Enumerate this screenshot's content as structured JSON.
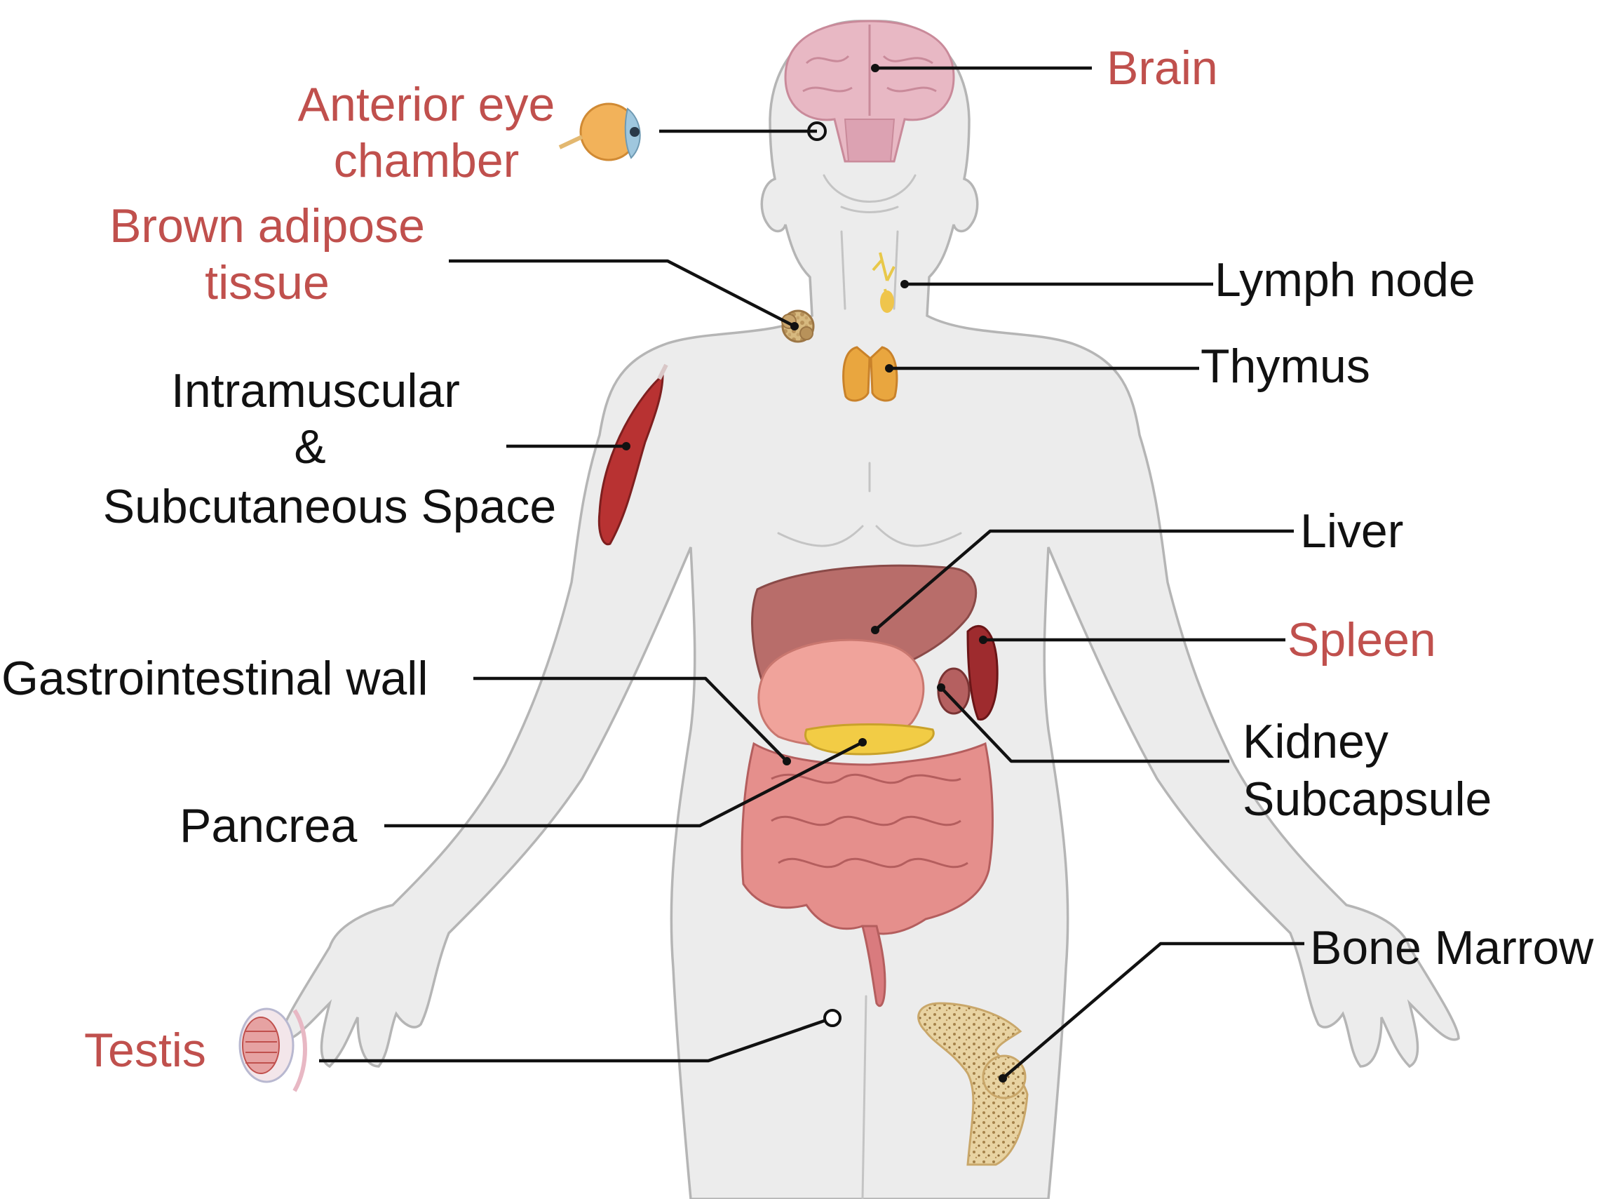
{
  "labels": {
    "brain": "Brain",
    "anterior_eye_1": "Anterior eye",
    "anterior_eye_2": "chamber",
    "brown_adipose_1": "Brown adipose",
    "brown_adipose_2": "tissue",
    "lymph_node": "Lymph node",
    "thymus": "Thymus",
    "intramuscular_1": "Intramuscular",
    "intramuscular_2": "&",
    "intramuscular_3": "Subcutaneous Space",
    "liver": "Liver",
    "spleen": "Spleen",
    "gi_wall": "Gastrointestinal wall",
    "kidney_1": "Kidney",
    "kidney_2": "Subcapsule",
    "pancrea": "Pancrea",
    "bone_marrow": "Bone Marrow",
    "testis": "Testis"
  },
  "colors": {
    "label_highlight": "#c0504d",
    "label_default": "#111111",
    "body_silhouette": "#ececec",
    "body_outline": "#b5b5b5",
    "brain": "#e8b8c4",
    "liver": "#b86d6a",
    "stomach": "#f0a39b",
    "intestine": "#d97b7e",
    "spleen": "#9e2b2e",
    "thymus": "#e9a63f",
    "muscle": "#b83232",
    "bone": "#e6cf9c",
    "pancreas": "#f2cc45"
  },
  "icons": [
    "eye-icon",
    "testis-icon",
    "femur-bone-icon",
    "muscle-icon",
    "adipose-icon"
  ]
}
